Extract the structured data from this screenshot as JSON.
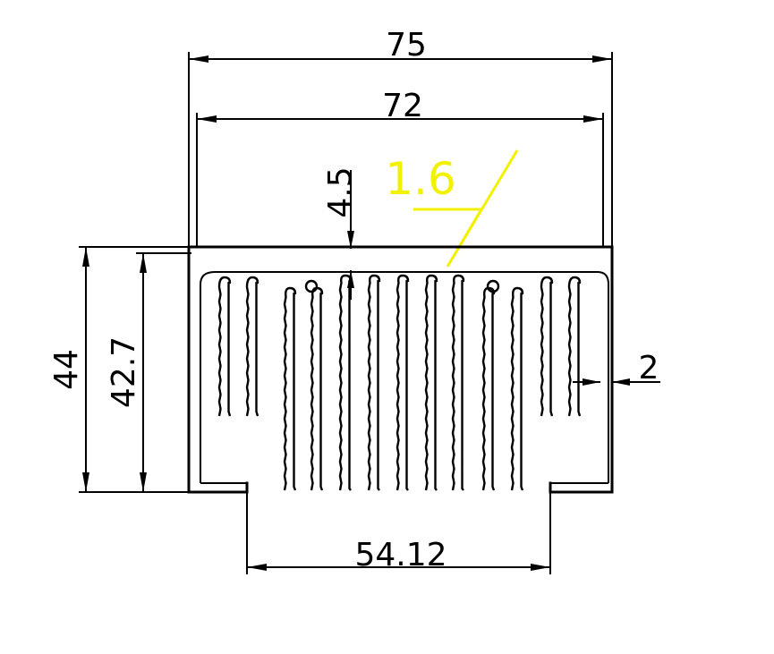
{
  "dimensions": {
    "overall_width": "75",
    "inner_width": "72",
    "base_thickness": "4.5",
    "overall_height": "44",
    "inner_height": "42.7",
    "wall_thickness": "2",
    "bottom_width": "54.12"
  },
  "surface_finish": {
    "roughness_value": "1.6",
    "color": "#f2f200"
  },
  "colors": {
    "line": "#000000",
    "background": "#ffffff"
  }
}
